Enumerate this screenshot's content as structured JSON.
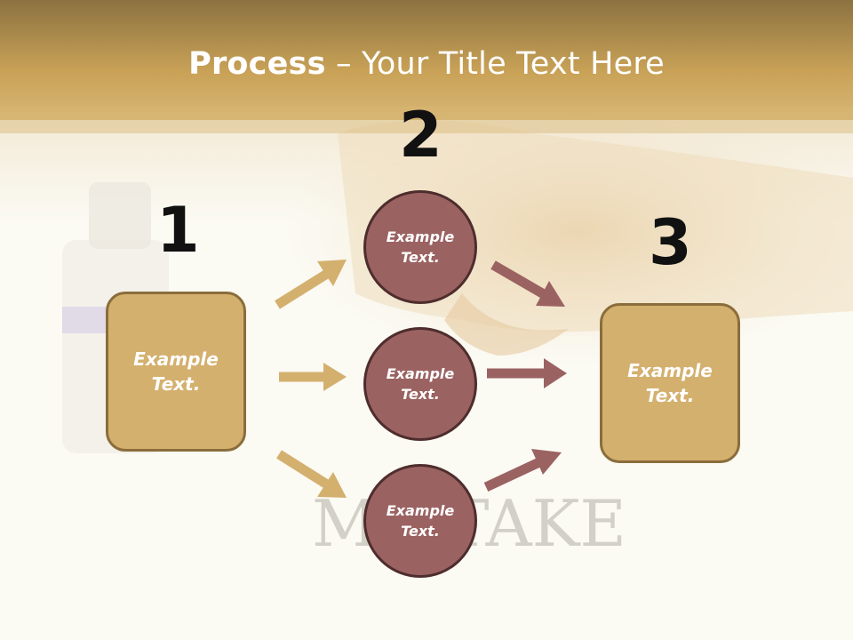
{
  "title": {
    "bold": "Process",
    "rest": " – Your Title Text Here"
  },
  "steps": {
    "one": "1",
    "two": "2",
    "three": "3"
  },
  "left_box": {
    "line1": "Example",
    "line2": "Text."
  },
  "right_box": {
    "line1": "Example",
    "line2": "Text."
  },
  "circles": [
    {
      "line1": "Example",
      "line2": "Text."
    },
    {
      "line1": "Example",
      "line2": "Text."
    },
    {
      "line1": "Example",
      "line2": "Text."
    }
  ],
  "background_word": "MISTAKE",
  "colors": {
    "header_gold": "#c9a257",
    "box_fill": "#d4b06e",
    "box_border": "#8a6d3b",
    "circle_fill": "#9b6262",
    "circle_border": "#4e2d2d",
    "arrow_gold": "#d4b06e",
    "arrow_rose": "#9b6262"
  }
}
